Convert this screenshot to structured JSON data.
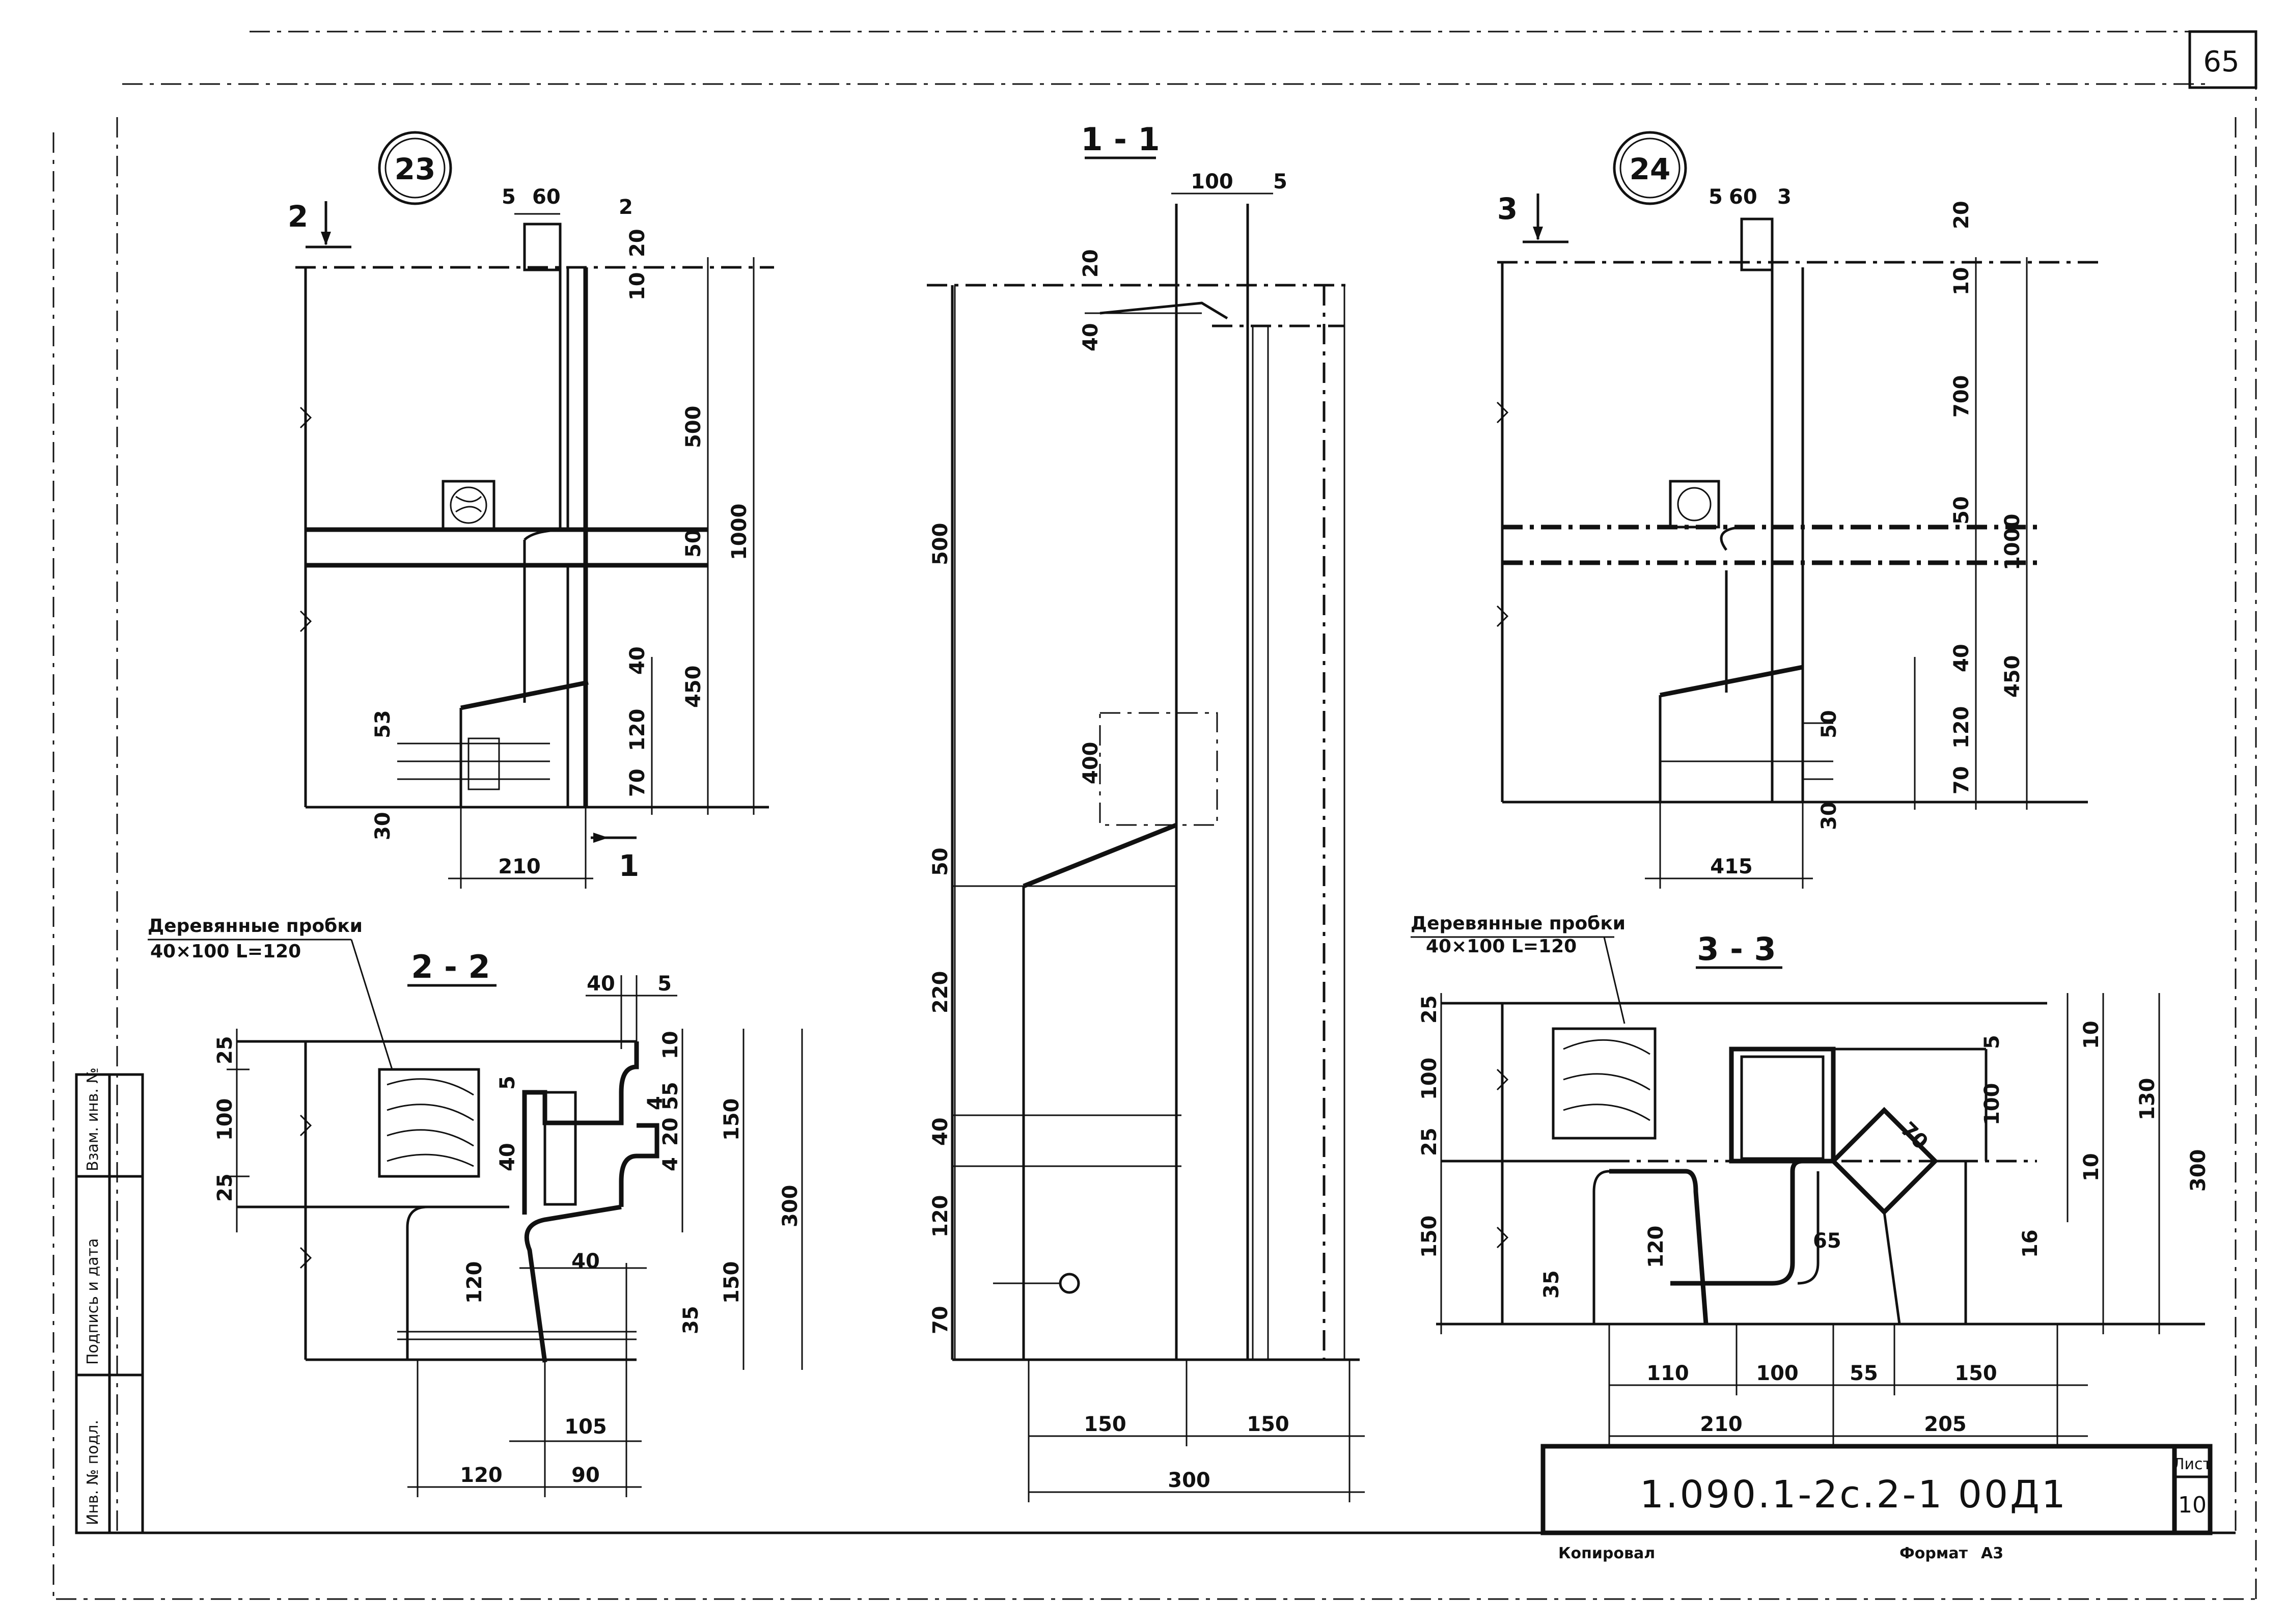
{
  "sheet": {
    "page_number": "65",
    "title_block": {
      "code": "1.090.1-2с.2-1  00Д1",
      "sheet_label": "Лист",
      "sheet_number": "10",
      "copied_label": "Копировал",
      "format_label": "Формат",
      "format_value": "А3"
    },
    "side_stamp": {
      "inv_label": "Инв. № подл.",
      "sign_label": "Подпись и дата",
      "replace_label": "Взам. инв. №"
    }
  },
  "node_23": {
    "marker": "23",
    "cut_marker_top": "2",
    "cut_marker_side": "1",
    "dims": {
      "top_5": "5",
      "top_60": "60",
      "top_2": "2",
      "right_20": "20",
      "right_10": "10",
      "v500": "500",
      "v1000": "1000",
      "v50": "50",
      "v40": "40",
      "v450": "450",
      "v120": "120",
      "v70": "70",
      "left_53": "53",
      "left_30": "30",
      "bottom_210": "210"
    }
  },
  "node_24": {
    "marker": "24",
    "cut_marker_top": "3",
    "dims": {
      "top_5": "5",
      "top_60": "60",
      "top_3": "3",
      "right_20": "20",
      "right_10": "10",
      "v700": "700",
      "v1000": "1000",
      "v50": "50",
      "v40": "40",
      "v450": "450",
      "v120": "120",
      "v70": "70",
      "left_50": "50",
      "left_30": "30",
      "bottom_415": "415"
    }
  },
  "section_1_1": {
    "title": "1 - 1",
    "dims": {
      "top_100": "100",
      "top_5": "5",
      "v20": "20",
      "v40": "40",
      "v500": "500",
      "v400": "400",
      "v50": "50",
      "v220": "220",
      "v40b": "40",
      "v120": "120",
      "v70": "70",
      "h150_left": "150",
      "h150_right": "150",
      "h300": "300"
    }
  },
  "section_2_2": {
    "title": "2 - 2",
    "note_title": "Деревянные пробки",
    "note_spec": "40×100  L=120",
    "dims": {
      "top_40": "40",
      "top_5": "5",
      "left_25": "25",
      "left_100": "100",
      "left_25b": "25",
      "v5": "5",
      "v40": "40",
      "r10": "10",
      "r55": "55",
      "r4": "4",
      "r20": "20",
      "r4b": "4",
      "r150": "150",
      "r300": "300",
      "r150b": "150",
      "v120": "120",
      "v40b": "40",
      "v35": "35",
      "b105": "105",
      "b120": "120",
      "b90": "90"
    }
  },
  "section_3_3": {
    "title": "3 - 3",
    "note_title": "Деревянные пробки",
    "note_spec": "40×100  L=120",
    "dims": {
      "left_25": "25",
      "left_100": "100",
      "left_25b": "25",
      "left_150": "150",
      "v5": "5",
      "v100": "100",
      "diag_70": "70",
      "r10": "10",
      "r130": "130",
      "r10b": "10",
      "r300": "300",
      "r16": "16",
      "v120": "120",
      "v35": "35",
      "v65": "65",
      "b110": "110",
      "b100": "100",
      "b55": "55",
      "b150": "150",
      "b210": "210",
      "b205": "205"
    }
  }
}
